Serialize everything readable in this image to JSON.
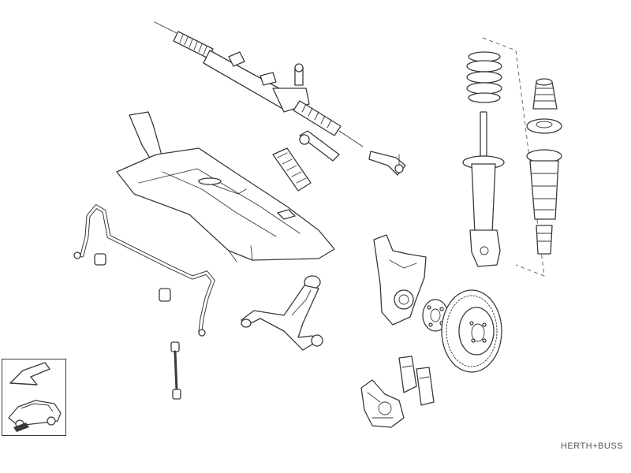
{
  "brand": {
    "text": "HERTH+BUSS",
    "color": "#555555"
  },
  "diagram": {
    "line_color": "#3a3a3a",
    "background": "#ffffff",
    "parts": [
      "steering-rack",
      "tie-rod-end",
      "steering-boot",
      "front-subframe",
      "anti-roll-bar",
      "stabilizer-bush",
      "stabilizer-link",
      "control-arm",
      "steering-knuckle",
      "wheel-hub",
      "brake-disc",
      "brake-caliper",
      "brake-pads",
      "coil-spring",
      "shock-absorber",
      "bump-stop",
      "strut-mount",
      "dust-boot"
    ]
  },
  "inset": {
    "icon": "car-front-axle-location-icon"
  }
}
